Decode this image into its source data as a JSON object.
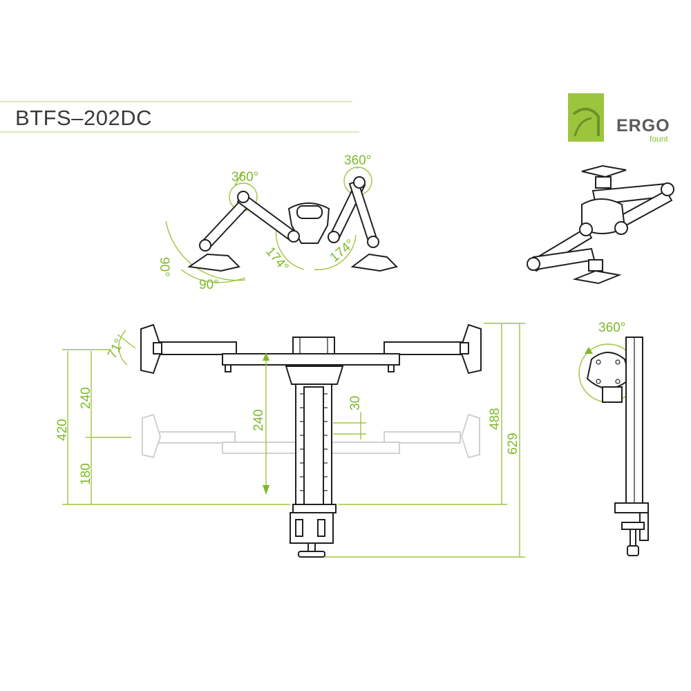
{
  "header": {
    "model": "BTFS–202DC"
  },
  "brand": {
    "name": "ERGO",
    "sub": "fount",
    "accent_color": "#9bc53d"
  },
  "dimensions": {
    "top_left_rotation": "360°",
    "top_right_rotation": "360°",
    "tilt_left": "90°",
    "swing_bottom": "90°",
    "angle_left": "174°",
    "angle_right": "174°",
    "tilt_front": "71°",
    "h_240_left": "240",
    "h_420": "420",
    "h_180": "180",
    "h_240_center": "240",
    "h_30": "30",
    "h_488": "488",
    "h_629": "629",
    "side_rotation": "360°"
  },
  "colors": {
    "dimension": "#7fb82a",
    "line": "#1f1f1f",
    "ghost": "#d0d0d0"
  }
}
